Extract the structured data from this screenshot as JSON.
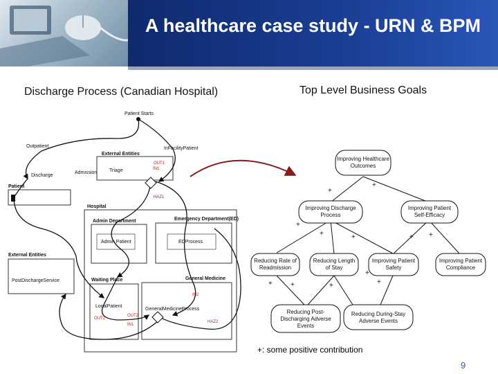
{
  "header": {
    "title": "A healthcare case study - URN & BPM"
  },
  "left_panel": {
    "subtitle": "Discharge Process (Canadian Hospital)",
    "labels": {
      "patient_starts": "Patient Starts",
      "outpatient": "Outpatient",
      "external_entities_top": "External Entities",
      "inpatient": "InFacilityPatient",
      "admission": "Admission",
      "triage": "Triage",
      "patient": "Patient",
      "discharge": "Discharge",
      "hospital": "Hospital",
      "admin_department": "Admin Department",
      "emergency_department": "Emergency Department(ED)",
      "admin_patient": "Admin Patient",
      "ed_process": "EDProcess",
      "external_entities_bottom": "External Entities",
      "post_discharge": "PostDischargeService",
      "waiting_place": "Waiting Place",
      "general_medicine": "General Medicine",
      "local_patient": "LocalPatient",
      "general_medicine_process": "GeneralMedicineProcess",
      "red_1": "OUT1",
      "red_2": "IN1",
      "red_3": "HAZ1",
      "red_4": "IN2",
      "red_5": "OUT2",
      "red_6": "OUT2",
      "red_7": "IN1",
      "red_8": "HAZ2"
    }
  },
  "right_panel": {
    "subtitle": "Top Level Business Goals",
    "goals": {
      "g1": [
        "Improving Healthcare",
        "Outcomes"
      ],
      "g2": [
        "Improving Discharge",
        "Process"
      ],
      "g3": [
        "Improving Patient",
        "Self-Efficacy"
      ],
      "g4": [
        "Reducing Rate of",
        "Readmission"
      ],
      "g5": [
        "Reducing Length",
        "of Stay"
      ],
      "g6": [
        "Improving Patient",
        "Safety"
      ],
      "g7": [
        "Improving Patient",
        "Compliance"
      ],
      "g8": [
        "Reducing Post-",
        "Discharging Adverse",
        "Events"
      ],
      "g9": [
        "Reducing During-Stay",
        "Adverse Events"
      ]
    },
    "footnote": "+: some positive contribution"
  },
  "colors": {
    "title_bar": "#1a3f95",
    "arrow": "#8b1a1a",
    "red_label": "#c01818"
  },
  "page_number": "9"
}
